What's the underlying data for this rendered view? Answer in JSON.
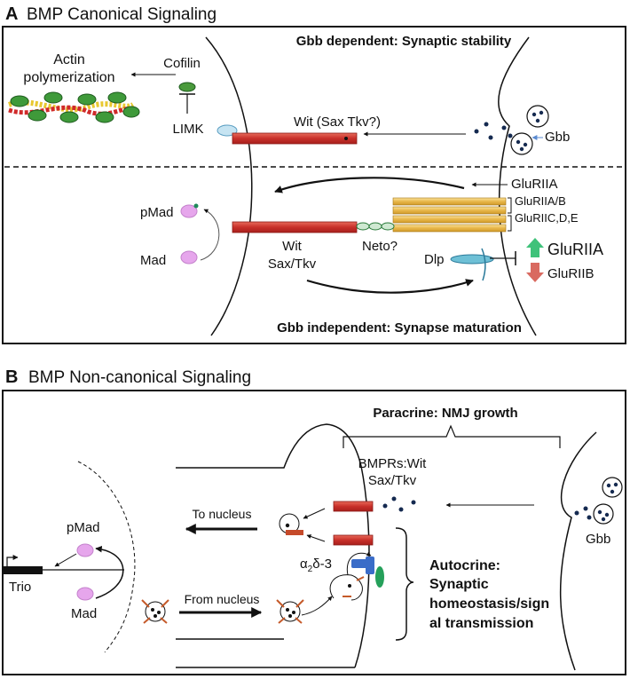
{
  "panel_a": {
    "letter": "A",
    "title": "BMP Canonical Signaling",
    "top_heading": "Gbb dependent: Synaptic stability",
    "bottom_heading": "Gbb independent: Synapse maturation",
    "actin_line1": "Actin",
    "actin_line2": "polymerization",
    "cofilin": "Cofilin",
    "limk": "LIMK",
    "receptor_top": "Wit (Sax Tkv?)",
    "gbb": "Gbb",
    "gluriia_top": "GluRIIA",
    "gluriia_b": "GluRIIA/B",
    "gluriic": "GluRIIC,D,E",
    "pmad": "pMad",
    "mad": "Mad",
    "wit": "Wit",
    "sax_tkv": "Sax/Tkv",
    "neto": "Neto?",
    "dlp": "Dlp",
    "gluriia_up": "GluRIIA",
    "gluriib_down": "GluRIIB"
  },
  "panel_b": {
    "letter": "B",
    "title": "BMP Non-canonical Signaling",
    "paracrine": "Paracrine: NMJ growth",
    "bmprs_line1": "BMPRs:Wit",
    "bmprs_line2": "Sax/Tkv",
    "to_nucleus": "To nucleus",
    "from_nucleus": "From nucleus",
    "pmad": "pMad",
    "mad": "Mad",
    "trio": "Trio",
    "gbb": "Gbb",
    "alpha_base": "α",
    "alpha_sub": "2",
    "alpha_rest": "δ-3",
    "autocrine_line1": "Autocrine:",
    "autocrine_line2": "Synaptic",
    "autocrine_line3": "homeostasis/sign",
    "autocrine_line4": "al transmission"
  },
  "colors": {
    "receptor_red": "#c8302a",
    "mad_pink": "#e6a6ec",
    "glu_gold": "#e8b64a",
    "cofilin_green": "#4a9a3c",
    "up_green": "#3fc27a",
    "down_red": "#d96a60",
    "dlp_teal": "#5ab4cc",
    "alpha_blue": "#3a6cc8",
    "alpha_green": "#25a05a"
  }
}
